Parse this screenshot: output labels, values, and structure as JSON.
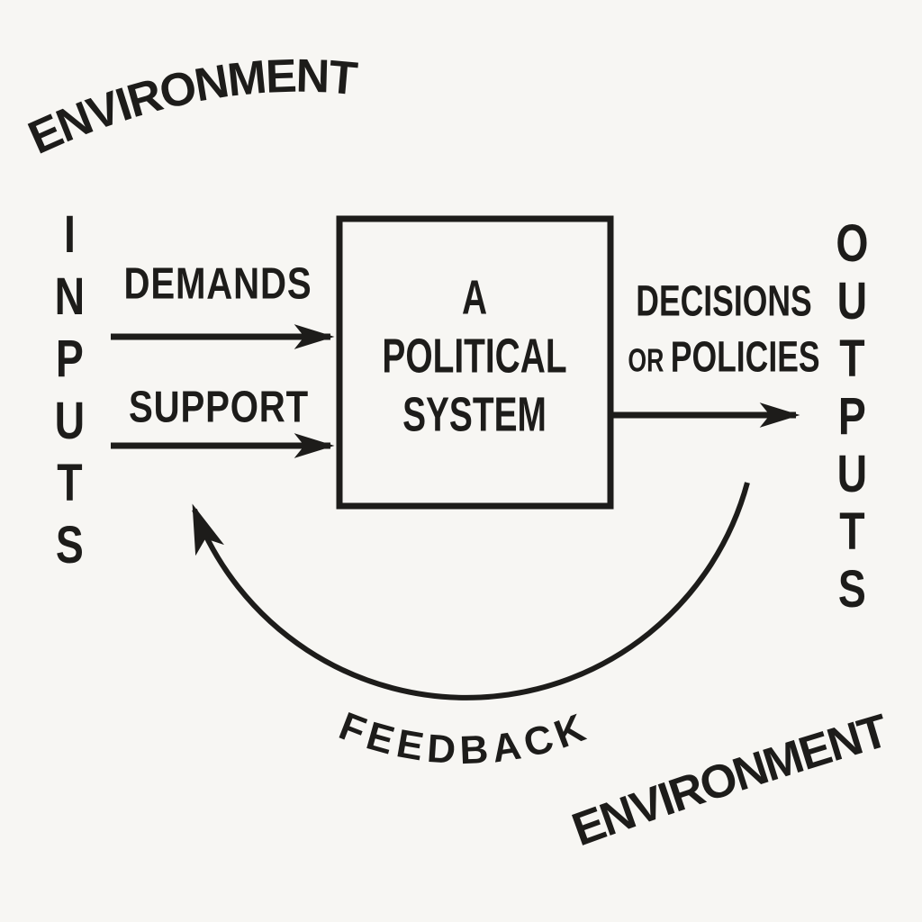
{
  "title": "Political system input-output diagram",
  "colors": {
    "background": "#f7f6f3",
    "ink": "#1d1c1a"
  },
  "environment": {
    "top": "ENVIRONMENT",
    "bottom": "ENVIRONMENT"
  },
  "inputs": {
    "label": "INPUTS",
    "arrow1_label": "DEMANDS",
    "arrow2_label": "SUPPORT"
  },
  "system": {
    "line1": "A",
    "line2": "POLITICAL",
    "line3": "SYSTEM"
  },
  "outputs": {
    "label": "OUTPUTS",
    "arrow_label_line1": "DECISIONS",
    "arrow_label_or": "OR",
    "arrow_label_line2": "POLICIES"
  },
  "feedback": {
    "label": "FEEDBACK"
  }
}
